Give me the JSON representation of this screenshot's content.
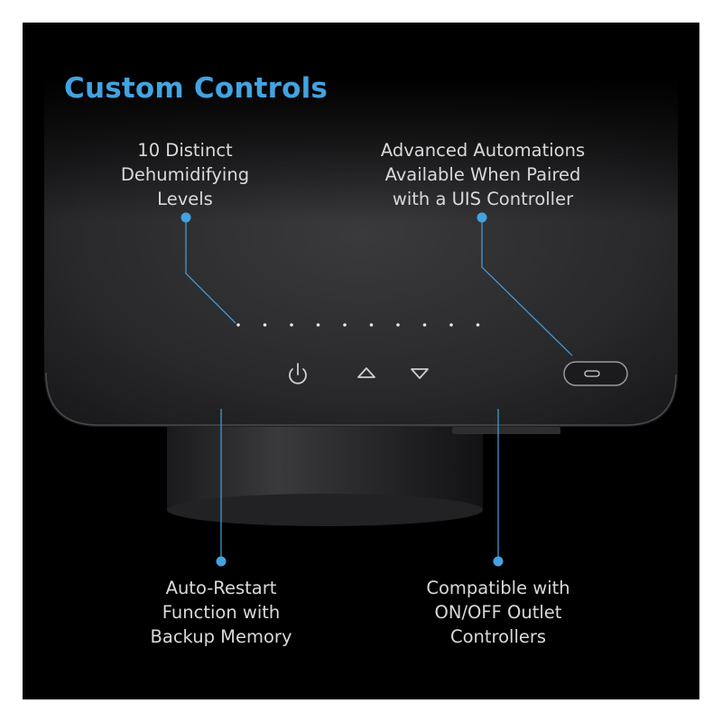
{
  "title": "Custom Controls",
  "callouts": {
    "levels": [
      "10 Distinct",
      "Dehumidifying",
      "Levels"
    ],
    "automations": [
      "Advanced Automations",
      "Available When Paired",
      "with a UIS Controller"
    ],
    "restart": [
      "Auto-Restart",
      "Function with",
      "Backup Memory"
    ],
    "compatible": [
      "Compatible with",
      "ON/OFF Outlet",
      "Controllers"
    ]
  },
  "device": {
    "level_indicator_count": 10,
    "buttons": [
      "power-icon",
      "up-arrow-icon",
      "down-arrow-icon"
    ],
    "port": "usb-c-port-icon"
  },
  "colors": {
    "accent": "#43a3e0",
    "text": "#d9d9d9",
    "background": "#000000",
    "device": "#2b2b2e"
  }
}
